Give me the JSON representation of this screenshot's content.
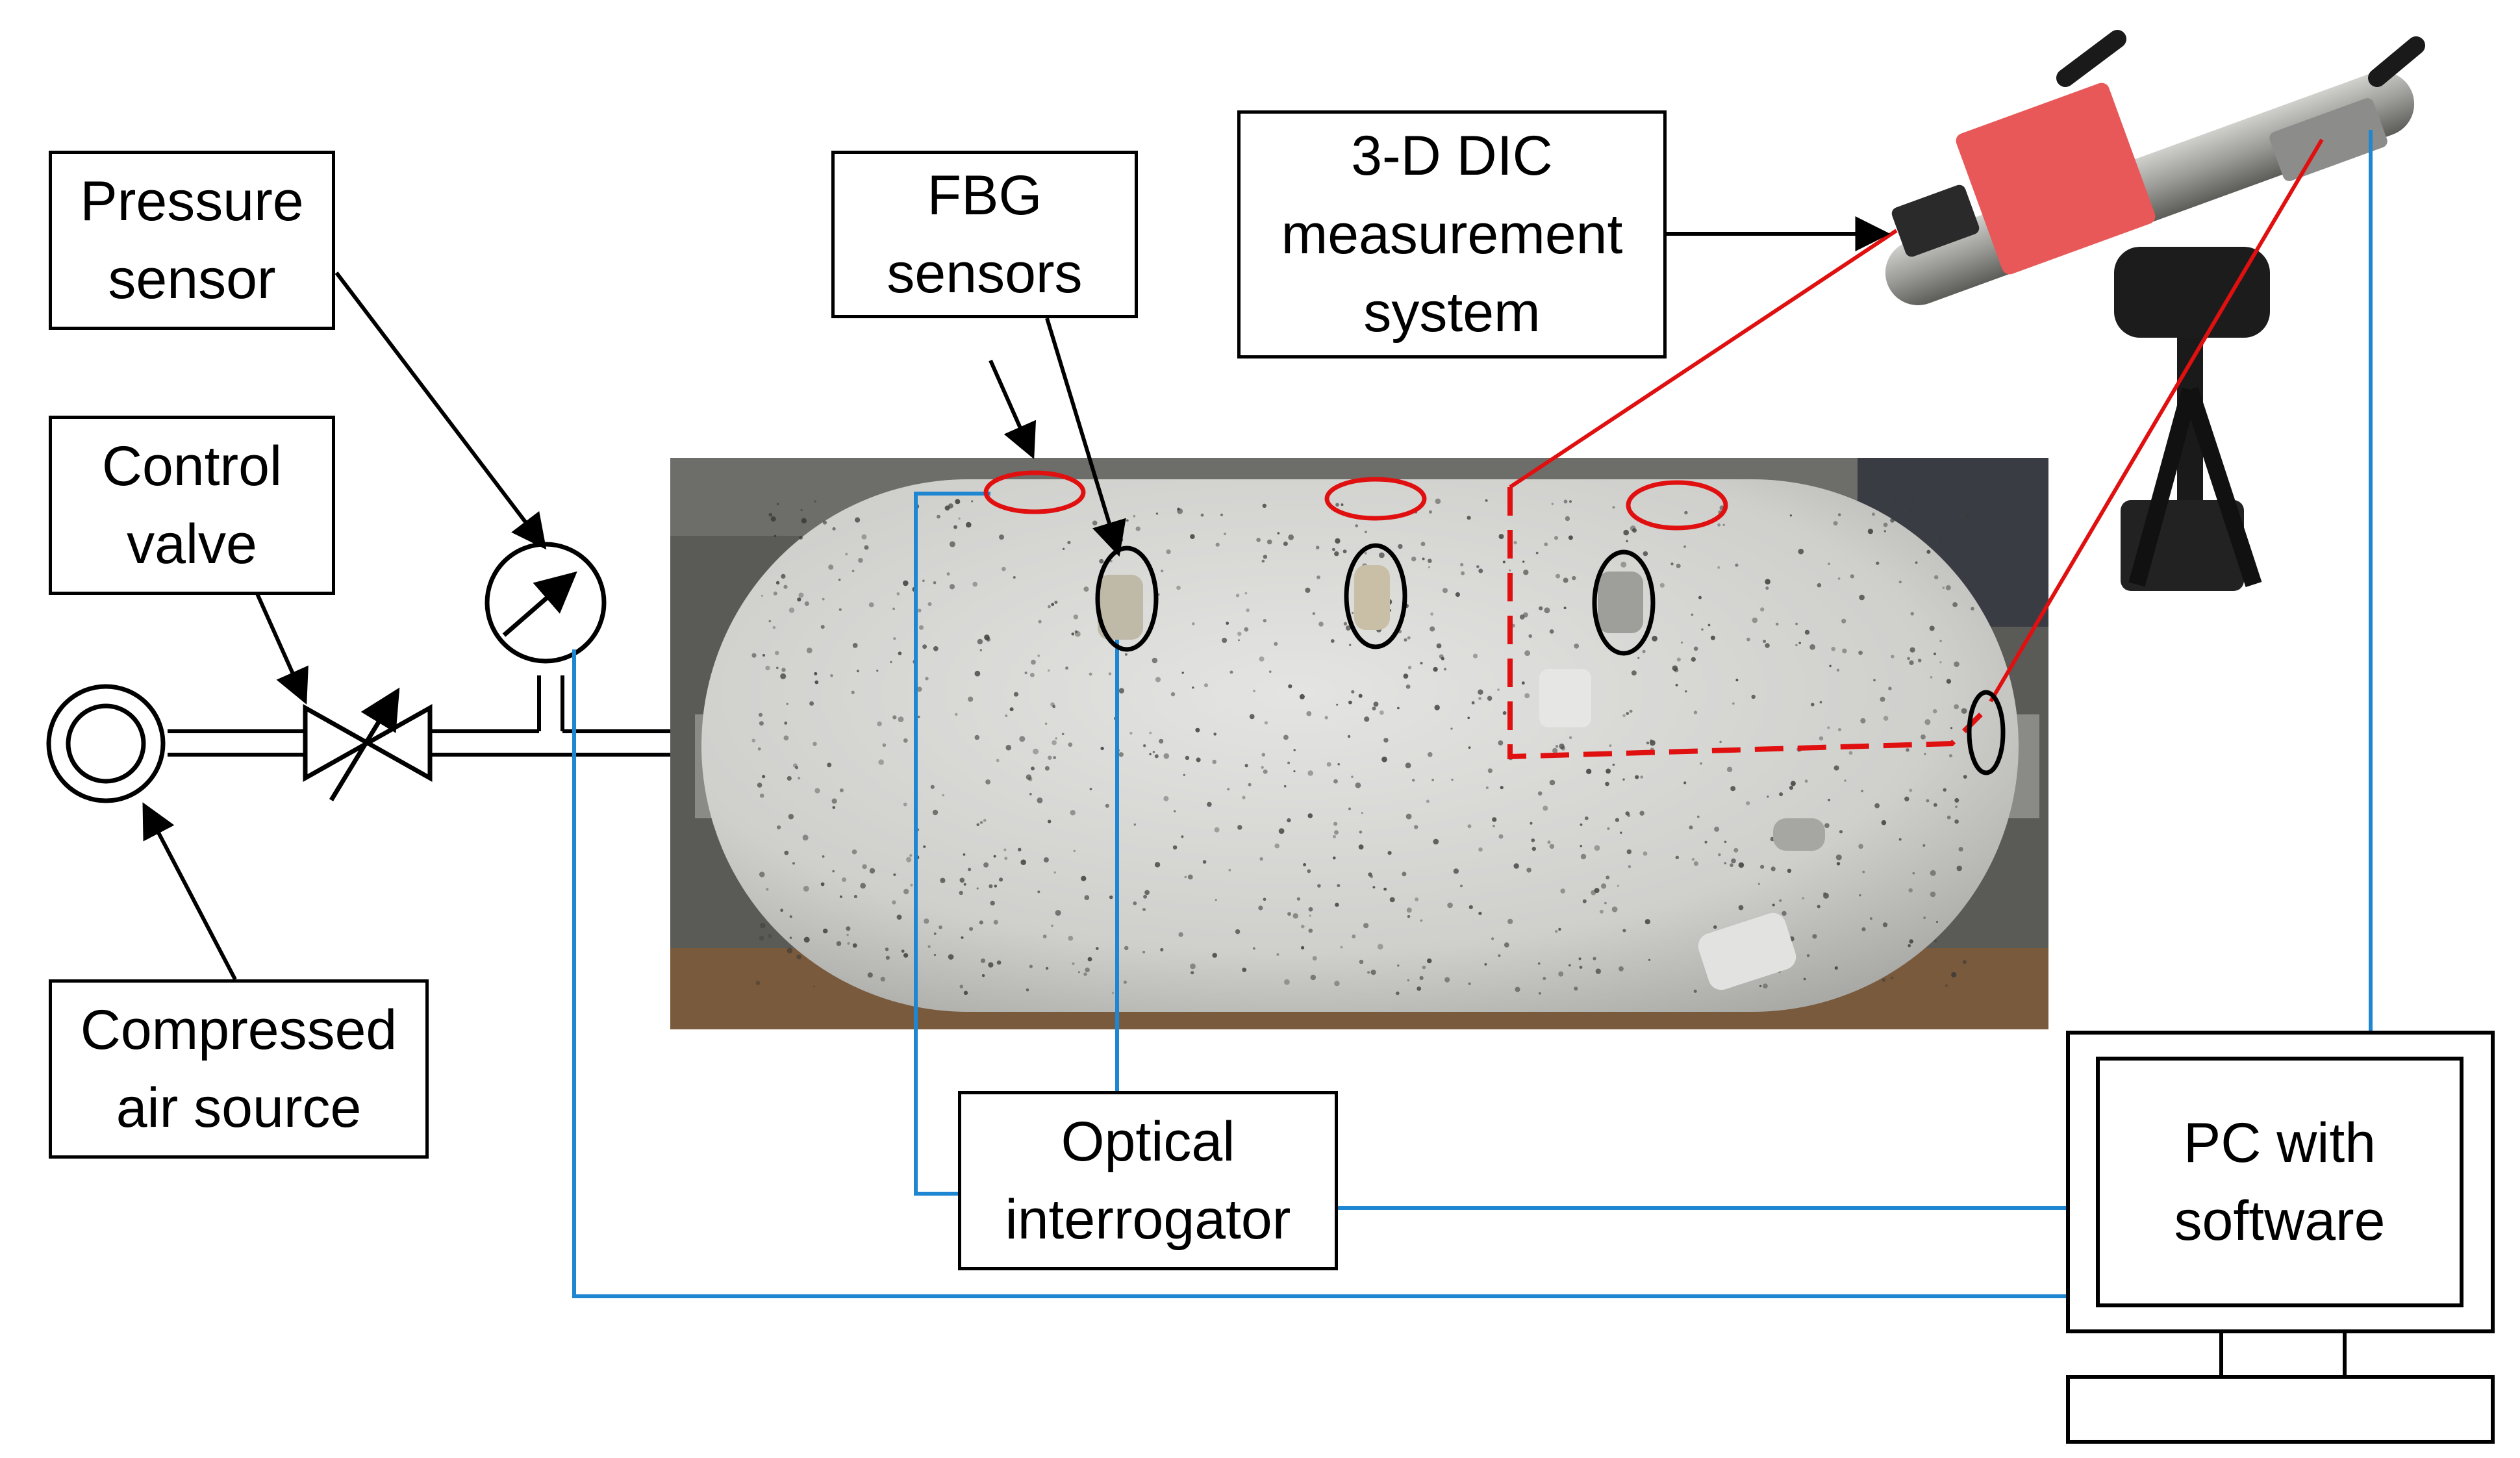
{
  "labels": {
    "pressure_sensor": [
      "Pressure",
      "sensor"
    ],
    "control_valve": [
      "Control",
      "valve"
    ],
    "compressed_air_source": [
      "Compressed",
      "air source"
    ],
    "fbg_sensors": [
      "FBG",
      "sensors"
    ],
    "dic_system": [
      "3-D DIC",
      "measurement",
      "system"
    ],
    "optical_interrogator": [
      "Optical",
      "interrogator"
    ],
    "pc": [
      "PC with",
      "software"
    ]
  },
  "colors": {
    "line": "#000000",
    "fiber_link": "#1f86d1",
    "dic_view": "#e01010",
    "fbg_marker_red": "#e01010",
    "fbg_marker_black": "#000000",
    "vessel": "#d4d4d2"
  }
}
